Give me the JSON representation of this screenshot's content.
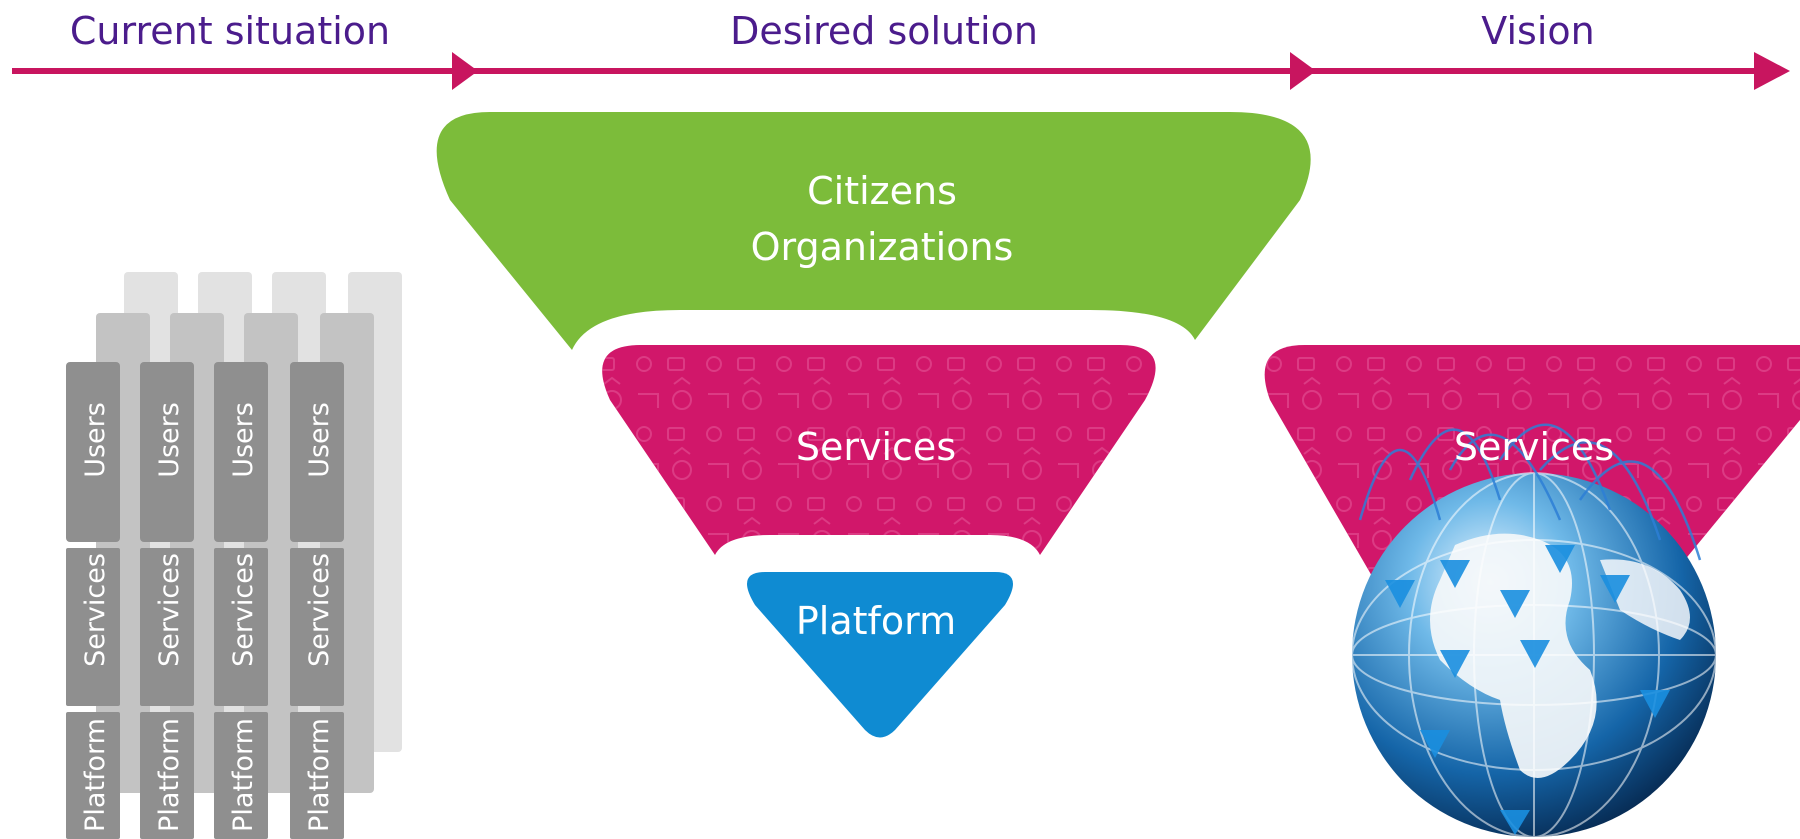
{
  "timeline": {
    "stages": [
      {
        "label": "Current situation"
      },
      {
        "label": "Desired solution"
      },
      {
        "label": "Vision"
      }
    ]
  },
  "current": {
    "columns": [
      {
        "users": "Users",
        "services": "Services",
        "platform": "Platform"
      },
      {
        "users": "Users",
        "services": "Services",
        "platform": "Platform"
      },
      {
        "users": "Users",
        "services": "Services",
        "platform": "Platform"
      },
      {
        "users": "Users",
        "services": "Services",
        "platform": "Platform"
      }
    ]
  },
  "desired": {
    "users_line1": "Citizens",
    "users_line2": "Organizations",
    "services": "Services",
    "platform": "Platform"
  },
  "vision": {
    "services": "Services"
  },
  "colors": {
    "title_text": "#4b1c8c",
    "timeline": "#c8155f",
    "green": "#7cbc3a",
    "magenta": "#d1176a",
    "blue": "#0f8bd2",
    "silo_dark": "#8f8f8f",
    "silo_mid": "#c3c3c3",
    "silo_light": "#e2e2e2"
  }
}
